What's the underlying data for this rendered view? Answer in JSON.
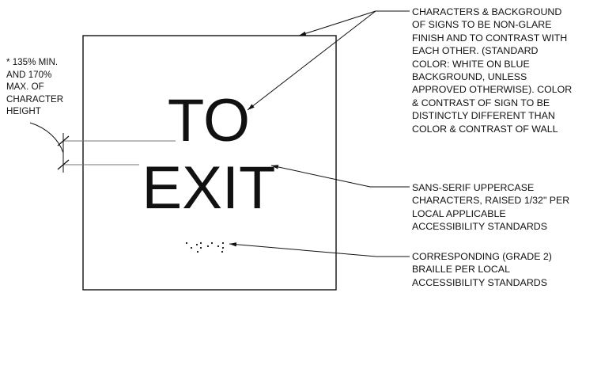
{
  "sign": {
    "line1": "TO",
    "line2": "EXIT"
  },
  "notes": {
    "top": [
      "CHARACTERS & BACKGROUND",
      "OF SIGNS TO BE NON-GLARE",
      "FINISH AND TO CONTRAST WITH",
      "EACH OTHER. (STANDARD",
      "COLOR: WHITE ON BLUE",
      "BACKGROUND, UNLESS",
      "APPROVED OTHERWISE). COLOR",
      "& CONTRAST OF SIGN TO BE",
      "DISTINCTLY DIFFERENT THAN",
      "COLOR & CONTRAST OF WALL"
    ],
    "middle": [
      "SANS-SERIF UPPERCASE",
      "CHARACTERS, RAISED 1/32\" PER",
      "LOCAL APPLICABLE",
      "ACCESSIBILITY STANDARDS"
    ],
    "bottom": [
      "CORRESPONDING (GRADE 2)",
      "BRAILLE PER LOCAL",
      "ACCESSIBILITY STANDARDS"
    ],
    "left": [
      "* 135% MIN.",
      "AND 170%",
      "MAX. OF",
      "CHARACTER",
      "HEIGHT"
    ]
  }
}
